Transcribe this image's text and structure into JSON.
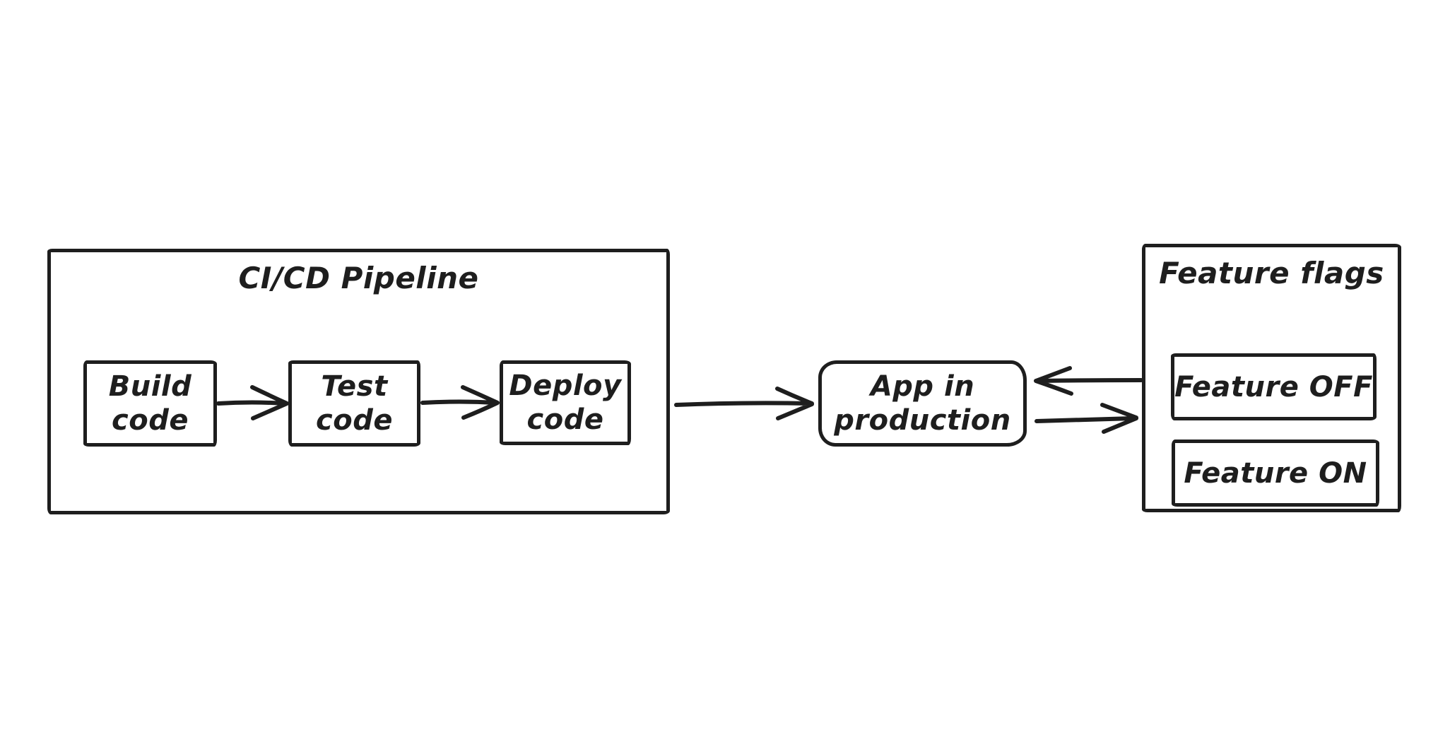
{
  "diagram": {
    "style": "hand-drawn whiteboard sketch",
    "colors": {
      "background": "#ffffff",
      "stroke": "#1e1e1e",
      "text": "#1e1e1e"
    },
    "cicd_group": {
      "title": "CI/CD Pipeline",
      "nodes": [
        {
          "id": "build-code",
          "lines": [
            "Build",
            "code"
          ]
        },
        {
          "id": "test-code",
          "lines": [
            "Test",
            "code"
          ]
        },
        {
          "id": "deploy-code",
          "lines": [
            "Deploy",
            "code"
          ]
        }
      ]
    },
    "app_node": {
      "id": "app-in-production",
      "lines": [
        "App in",
        "production"
      ]
    },
    "feature_flags_group": {
      "title": "Feature flags",
      "nodes": [
        {
          "id": "feature-off",
          "label": "Feature OFF"
        },
        {
          "id": "feature-on",
          "label": "Feature ON"
        }
      ]
    },
    "edges": [
      {
        "from": "build-code",
        "to": "test-code",
        "direction": "right"
      },
      {
        "from": "test-code",
        "to": "deploy-code",
        "direction": "right"
      },
      {
        "from": "cicd-pipeline",
        "to": "app-in-production",
        "direction": "right"
      },
      {
        "from": "feature-flags",
        "to": "app-in-production",
        "direction": "left"
      },
      {
        "from": "app-in-production",
        "to": "feature-flags",
        "direction": "right"
      }
    ]
  }
}
